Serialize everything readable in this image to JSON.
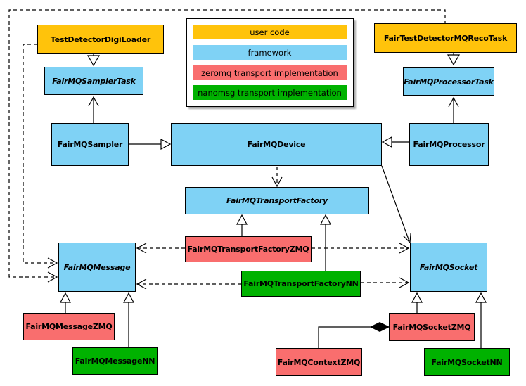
{
  "legend": {
    "items": [
      {
        "label": "user code",
        "color": "#FFC30B"
      },
      {
        "label": "framework",
        "color": "#7FD2F5"
      },
      {
        "label": "zeromq transport implementation",
        "color": "#F96E6E"
      },
      {
        "label": "nanomsg transport implementation",
        "color": "#00B200"
      }
    ]
  },
  "nodes": {
    "testDetectorDigiLoader": {
      "label": "TestDetectorDigiLoader",
      "category": "user code"
    },
    "fairMQSamplerTask": {
      "label": "FairMQSamplerTask",
      "category": "framework",
      "abstract": true
    },
    "fairMQSampler": {
      "label": "FairMQSampler",
      "category": "framework"
    },
    "fairMQDevice": {
      "label": "FairMQDevice",
      "category": "framework"
    },
    "fairTestDetectorMQRecoTask": {
      "label": "FairTestDetectorMQRecoTask",
      "category": "user code"
    },
    "fairMQProcessorTask": {
      "label": "FairMQProcessorTask",
      "category": "framework",
      "abstract": true
    },
    "fairMQProcessor": {
      "label": "FairMQProcessor",
      "category": "framework"
    },
    "fairMQTransportFactory": {
      "label": "FairMQTransportFactory",
      "category": "framework",
      "abstract": true
    },
    "fairMQTransportFactoryZMQ": {
      "label": "FairMQTransportFactoryZMQ",
      "category": "zeromq transport implementation"
    },
    "fairMQTransportFactoryNN": {
      "label": "FairMQTransportFactoryNN",
      "category": "nanomsg transport implementation"
    },
    "fairMQMessage": {
      "label": "FairMQMessage",
      "category": "framework",
      "abstract": true
    },
    "fairMQSocket": {
      "label": "FairMQSocket",
      "category": "framework",
      "abstract": true
    },
    "fairMQMessageZMQ": {
      "label": "FairMQMessageZMQ",
      "category": "zeromq transport implementation"
    },
    "fairMQMessageNN": {
      "label": "FairMQMessageNN",
      "category": "nanomsg transport implementation"
    },
    "fairMQContextZMQ": {
      "label": "FairMQContextZMQ",
      "category": "zeromq transport implementation"
    },
    "fairMQSocketZMQ": {
      "label": "FairMQSocketZMQ",
      "category": "zeromq transport implementation"
    },
    "fairMQSocketNN": {
      "label": "FairMQSocketNN",
      "category": "nanomsg transport implementation"
    }
  },
  "edges": [
    {
      "from": "TestDetectorDigiLoader",
      "to": "FairMQSamplerTask",
      "type": "inheritance"
    },
    {
      "from": "FairTestDetectorMQRecoTask",
      "to": "FairMQProcessorTask",
      "type": "inheritance"
    },
    {
      "from": "FairMQSampler",
      "to": "FairMQSamplerTask",
      "type": "association"
    },
    {
      "from": "FairMQProcessor",
      "to": "FairMQProcessorTask",
      "type": "association"
    },
    {
      "from": "FairMQSampler",
      "to": "FairMQDevice",
      "type": "inheritance"
    },
    {
      "from": "FairMQProcessor",
      "to": "FairMQDevice",
      "type": "inheritance"
    },
    {
      "from": "FairMQDevice",
      "to": "FairMQTransportFactory",
      "type": "dependency"
    },
    {
      "from": "FairMQDevice",
      "to": "FairMQSocket",
      "type": "association"
    },
    {
      "from": "FairMQTransportFactoryZMQ",
      "to": "FairMQTransportFactory",
      "type": "inheritance"
    },
    {
      "from": "FairMQTransportFactoryNN",
      "to": "FairMQTransportFactory",
      "type": "inheritance"
    },
    {
      "from": "FairMQTransportFactoryZMQ",
      "to": "FairMQMessage",
      "type": "dependency"
    },
    {
      "from": "FairMQTransportFactoryZMQ",
      "to": "FairMQSocket",
      "type": "dependency"
    },
    {
      "from": "FairMQTransportFactoryNN",
      "to": "FairMQMessage",
      "type": "dependency"
    },
    {
      "from": "FairMQTransportFactoryNN",
      "to": "FairMQSocket",
      "type": "dependency"
    },
    {
      "from": "TestDetectorDigiLoader",
      "to": "FairMQMessage",
      "type": "dependency"
    },
    {
      "from": "FairTestDetectorMQRecoTask",
      "to": "FairMQMessage",
      "type": "dependency"
    },
    {
      "from": "FairMQMessageZMQ",
      "to": "FairMQMessage",
      "type": "inheritance"
    },
    {
      "from": "FairMQMessageNN",
      "to": "FairMQMessage",
      "type": "inheritance"
    },
    {
      "from": "FairMQSocketZMQ",
      "to": "FairMQSocket",
      "type": "inheritance"
    },
    {
      "from": "FairMQSocketNN",
      "to": "FairMQSocket",
      "type": "inheritance"
    },
    {
      "from": "FairMQSocketZMQ",
      "to": "FairMQContextZMQ",
      "type": "composition"
    }
  ]
}
